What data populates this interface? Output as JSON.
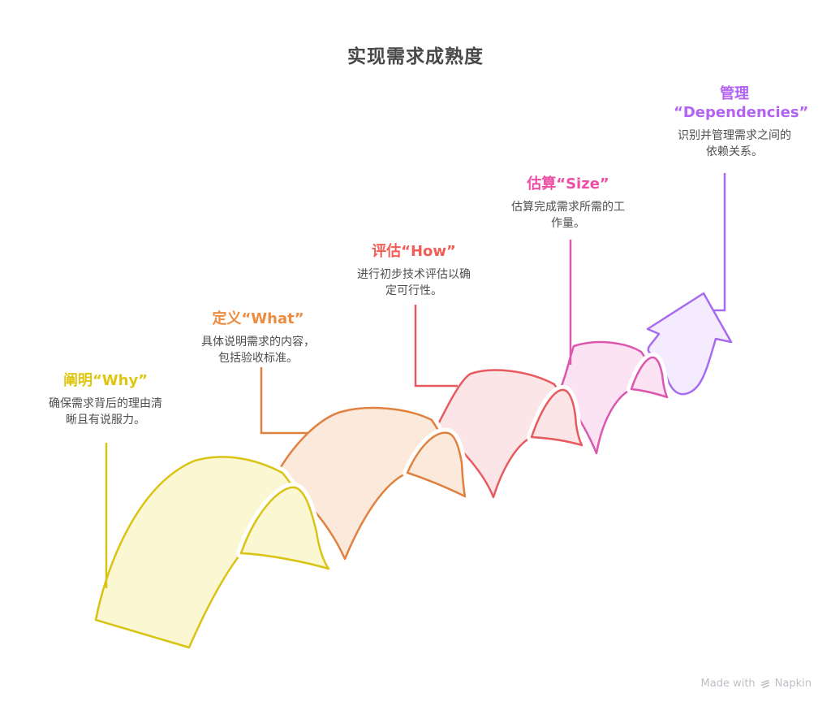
{
  "title": "实现需求成熟度",
  "stages": [
    {
      "label": "阐明“Why”",
      "description": "确保需求背后的理由清晰且有说服力。",
      "label_color": "#DFC60F",
      "stroke": "#D9C315",
      "fill": "#FBF7D3"
    },
    {
      "label": "定义“What”",
      "description": "具体说明需求的内容，包括验收标准。",
      "label_color": "#ED8B3E",
      "stroke": "#E08140",
      "fill": "#FBEADB"
    },
    {
      "label": "评估“How”",
      "description": "进行初步技术评估以确定可行性。",
      "label_color": "#F25D55",
      "stroke": "#E75A60",
      "fill": "#FCE5E7"
    },
    {
      "label": "估算“Size”",
      "description": "估算完成需求所需的工作量。",
      "label_color": "#EE4DA6",
      "stroke": "#DB58AE",
      "fill": "#FBE3F4"
    },
    {
      "label": "管理 “Dependencies”",
      "description": "识别并管理需求之间的依赖关系。",
      "label_color": "#B263F2",
      "stroke": "#A76BEF",
      "fill": "#F4ECFE"
    }
  ],
  "watermark": {
    "prefix": "Made with",
    "brand": "Napkin"
  }
}
